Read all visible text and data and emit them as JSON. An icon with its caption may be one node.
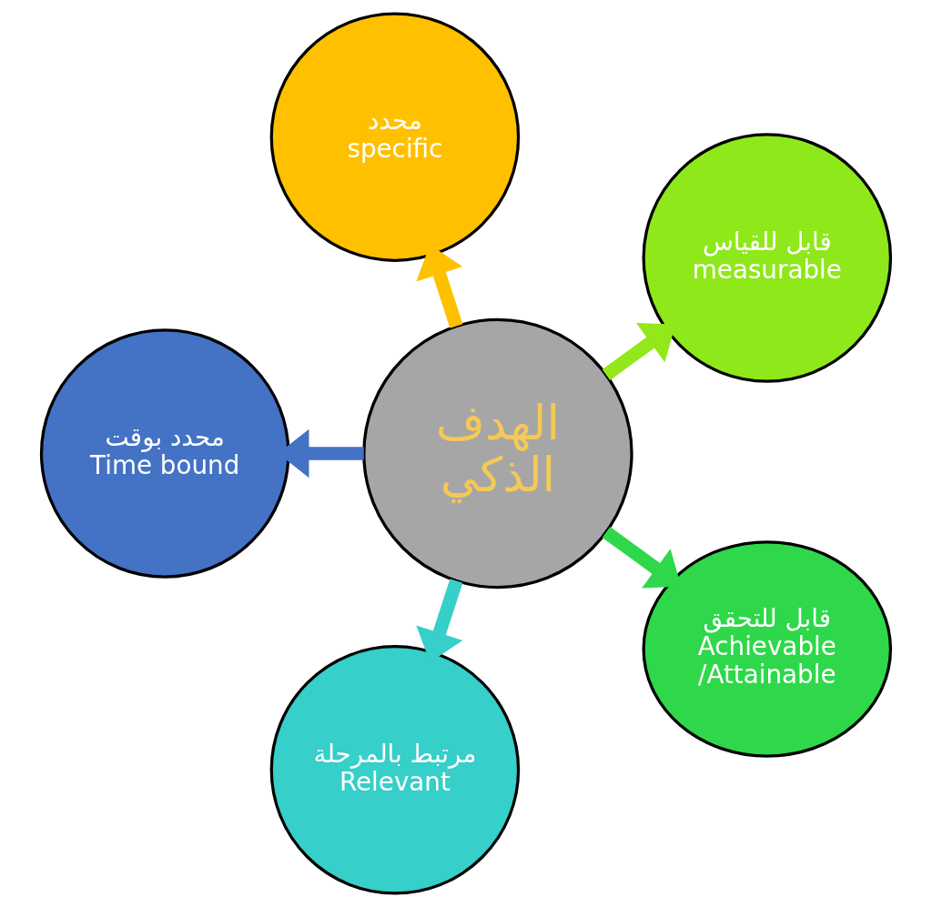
{
  "diagram": {
    "nodes": [
      {
        "text": [
          "محدد",
          "specific"
        ]
      },
      {
        "text": [
          "محدد بوقت",
          "Time bound"
        ]
      },
      {
        "text": [
          "قابل للقياس",
          "measurable"
        ]
      },
      {
        "text": [
          "الهدف الذكي"
        ]
      },
      {
        "text": [
          "مرتبط بالمرحلة",
          "Relevant"
        ]
      },
      {
        "text": [
          "قابل للتحقق",
          "Achievable /Attainable"
        ]
      }
    ],
    "edges": [
      {
        "from": 3,
        "to": 0,
        "arrow": "to",
        "color": "#ffc000"
      },
      {
        "from": 3,
        "to": 2,
        "arrow": "to",
        "color": "#92e81a"
      },
      {
        "from": 3,
        "to": 5,
        "arrow": "to",
        "color": "#2ed84a"
      },
      {
        "from": 3,
        "to": 4,
        "arrow": "to",
        "color": "#36cfc9"
      },
      {
        "from": 3,
        "to": 1,
        "arrow": "to",
        "color": "#4472c4"
      }
    ]
  }
}
